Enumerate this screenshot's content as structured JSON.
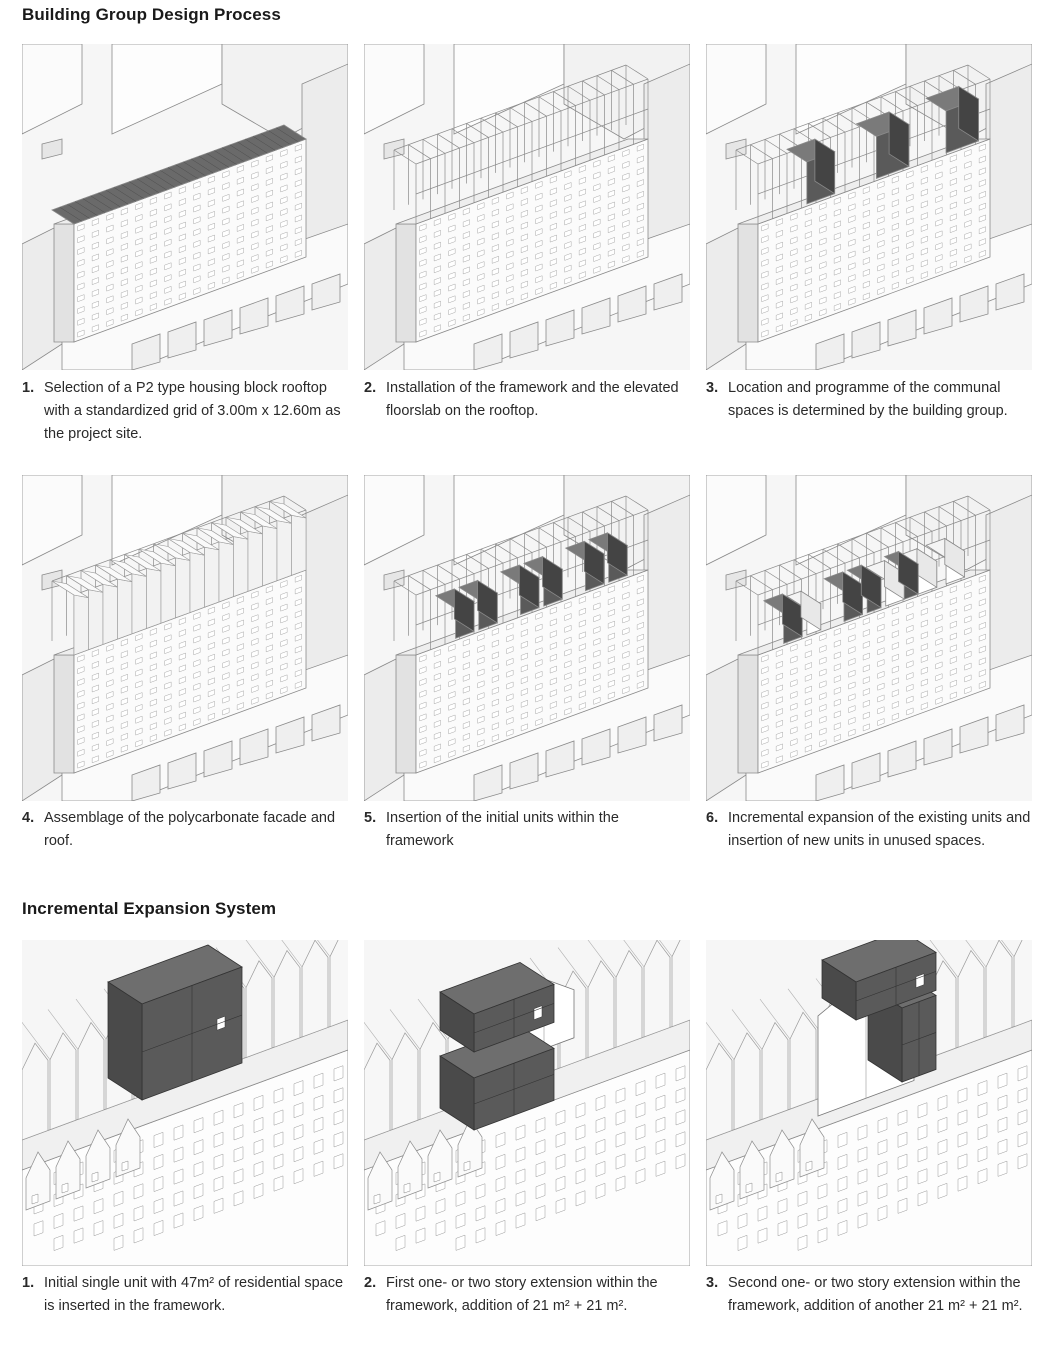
{
  "sections": [
    {
      "title": "Building Group Design Process"
    },
    {
      "title": "Incremental Expansion System"
    }
  ],
  "steps": [
    {
      "num": "1.",
      "text": "Selection of a P2 type housing block rooftop with a standardized grid of 3.00m x 12.60m as the project site."
    },
    {
      "num": "2.",
      "text": "Installation of the framework and the elevated floorslab on the rooftop."
    },
    {
      "num": "3.",
      "text": "Location and programme of the communal spaces is determined by the building group."
    },
    {
      "num": "4.",
      "text": "Assemblage of the polycarbonate facade and roof."
    },
    {
      "num": "5.",
      "text": "Insertion of the initial units within the framework"
    },
    {
      "num": "6.",
      "text": "Incremental expansion of the existing units and insertion of new units in unused spaces."
    }
  ],
  "expansion": [
    {
      "num": "1.",
      "text": "Initial single unit with 47m² of residential space is inserted in the framework."
    },
    {
      "num": "2.",
      "text": "First one- or two story extension within the framework, addition of 21 m² + 21 m²."
    },
    {
      "num": "3.",
      "text": "Second one- or two story extension within the framework, addition of another 21 m² + 21 m²."
    }
  ],
  "colors": {
    "dark_unit": "#5a5a5a",
    "line": "#8a8a8a",
    "panel_bg": "#f6f6f6"
  }
}
